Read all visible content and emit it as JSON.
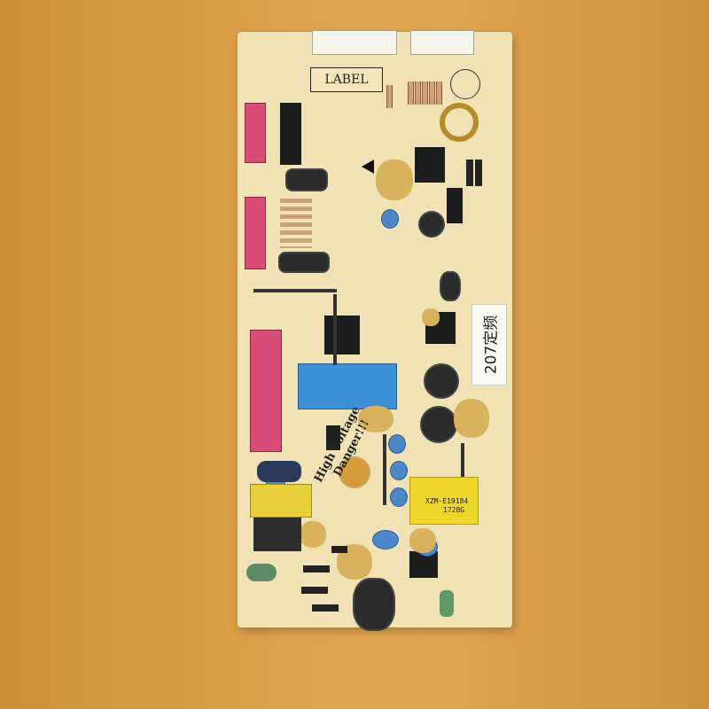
{
  "board": {
    "label_text": "LABEL",
    "sticker_text": "207定频",
    "warning_line1": "High Voltage",
    "warning_line2": "Danger!!!",
    "transformer_line1": "XZM-E19184",
    "transformer_line2": "1728G"
  },
  "colors": {
    "background": "#d99a3a",
    "pcb": "#f0e2b4",
    "relay": "#3b8fd4",
    "connector_pink": "#d74d77",
    "transformer": "#efd62a"
  }
}
